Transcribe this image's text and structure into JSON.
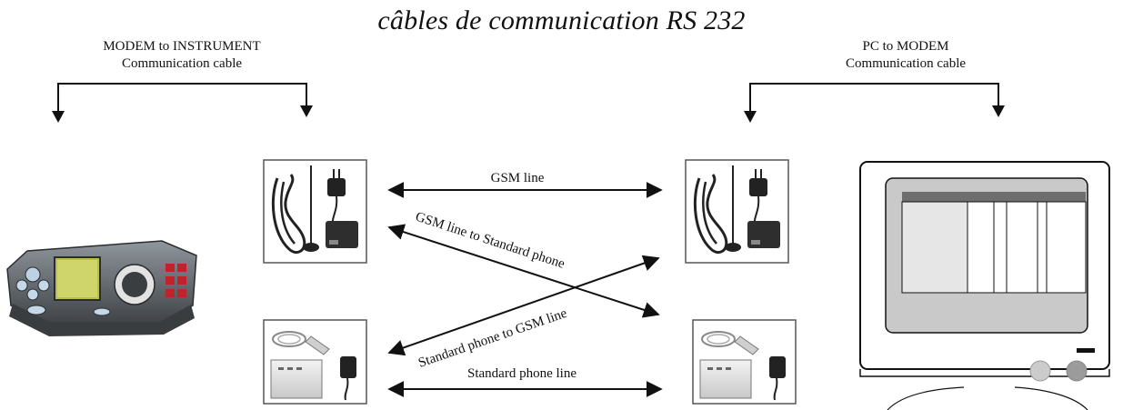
{
  "title": "câbles de communication RS 232",
  "left_caption": [
    "MODEM to INSTRUMENT",
    "Communication cable"
  ],
  "right_caption": [
    "PC to MODEM",
    "Communication cable"
  ],
  "links": {
    "gsm": "GSM line",
    "gsm_to_std": "GSM line to  Standard  phone",
    "std_to_gsm": "Standard  phone  to GSM line",
    "std": "Standard phone line"
  },
  "nodes": {
    "instrument": "instrument-photo",
    "gsm_modem_left": "gsm-modem-photo",
    "std_modem_left": "standard-modem-photo",
    "gsm_modem_right": "gsm-modem-photo",
    "std_modem_right": "standard-modem-photo",
    "pc": "pc-monitor"
  }
}
